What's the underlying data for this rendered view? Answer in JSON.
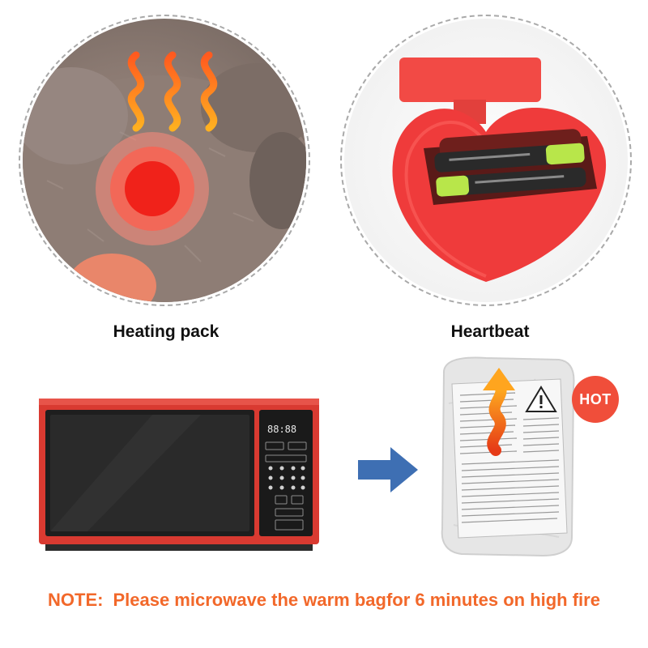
{
  "labels": {
    "heating": "Heating pack",
    "heartbeat": "Heartbeat"
  },
  "badge": {
    "hot": "HOT"
  },
  "note": {
    "lead": "NOTE:",
    "text": "Please microwave the warm bagfor 6 minutes on high fire"
  },
  "microwave_display": {
    "time": "88:88"
  },
  "colors": {
    "note": "#f2682a",
    "badge": "#f04e3a",
    "microwave_frame": "#d93a31",
    "arrow": "#3e6fb3",
    "heart": "#ef3b3b"
  },
  "icons": {
    "heat_waves": "heat-waves-icon",
    "warning": "warning-triangle-icon",
    "arrow": "arrow-right-icon"
  }
}
